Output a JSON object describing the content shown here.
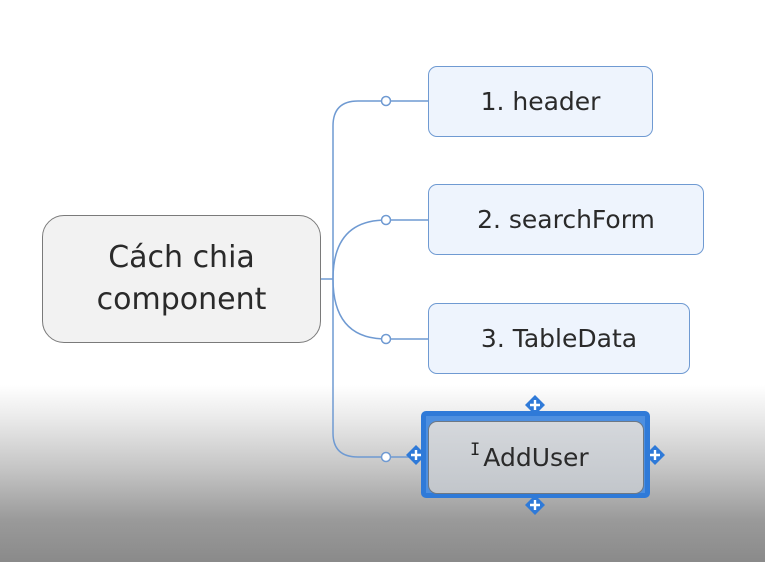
{
  "root": {
    "line1": "Cách chia",
    "line2": "component"
  },
  "children": [
    {
      "label": "1. header"
    },
    {
      "label": "2. searchForm"
    },
    {
      "label": "3. TableData"
    },
    {
      "label": "AddUser"
    }
  ],
  "colors": {
    "connector": "#6f9ad2",
    "selection": "#2f7ad8",
    "child_fill": "#eef4fd",
    "root_fill": "#f2f2f2"
  },
  "icons": [
    "plus-handle-icon",
    "text-cursor-icon"
  ]
}
